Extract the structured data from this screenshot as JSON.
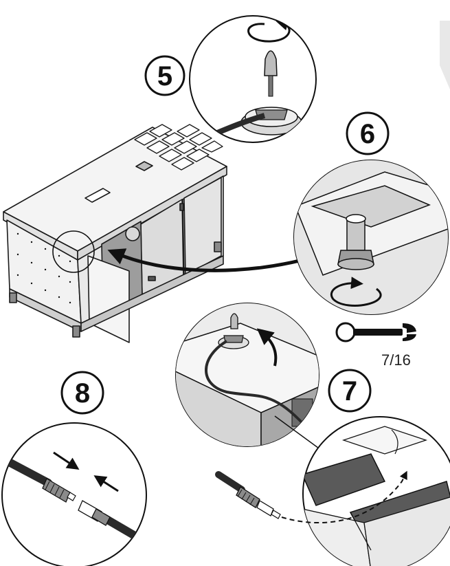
{
  "steps": [
    {
      "number": "5"
    },
    {
      "number": "6"
    },
    {
      "number": "7"
    },
    {
      "number": "8"
    }
  ],
  "wrench_size": "7/16",
  "colors": {
    "line": "#1a1a1a",
    "panel_light": "#ececec",
    "panel_mid": "#cfcfcf",
    "panel_dark": "#9a9a9a",
    "cable": "#2a2a2a",
    "foam": "#5a5a5a"
  }
}
